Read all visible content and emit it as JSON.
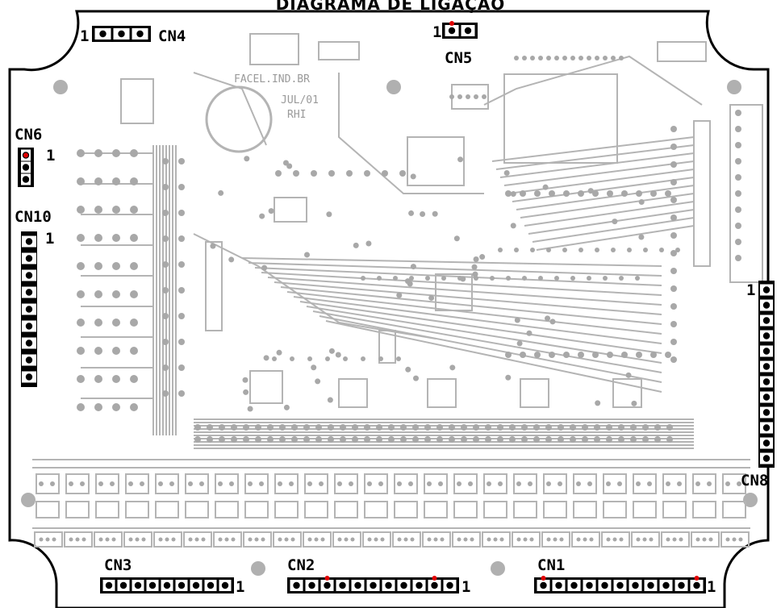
{
  "title": "DIAGRAMA DE LIGAÇÃO",
  "silkscreen": {
    "brand": "FACEL.IND.BR",
    "date": "JUL/01",
    "author": "RHI"
  },
  "connectors": {
    "cn1": {
      "name": "CN1",
      "pin1": "1",
      "pins": 11
    },
    "cn2": {
      "name": "CN2",
      "pin1": "1",
      "pins": 11
    },
    "cn3": {
      "name": "CN3",
      "pin1": "1",
      "pins": 9
    },
    "cn4": {
      "name": "CN4",
      "pin1": "1",
      "pins": 3
    },
    "cn5": {
      "name": "CN5",
      "pin1": "1",
      "pins": 2
    },
    "cn6": {
      "name": "CN6",
      "pin1": "1",
      "pins": 3
    },
    "cn8": {
      "name": "CN8",
      "pin1": "1",
      "pins": 12
    },
    "cn10": {
      "name": "CN10",
      "pin1": "1",
      "pins": 9
    }
  },
  "colors": {
    "trace": "#b4b4b4",
    "pad": "#a8a8a8",
    "outline": "#000000",
    "pin1_marker": "#e00000"
  }
}
